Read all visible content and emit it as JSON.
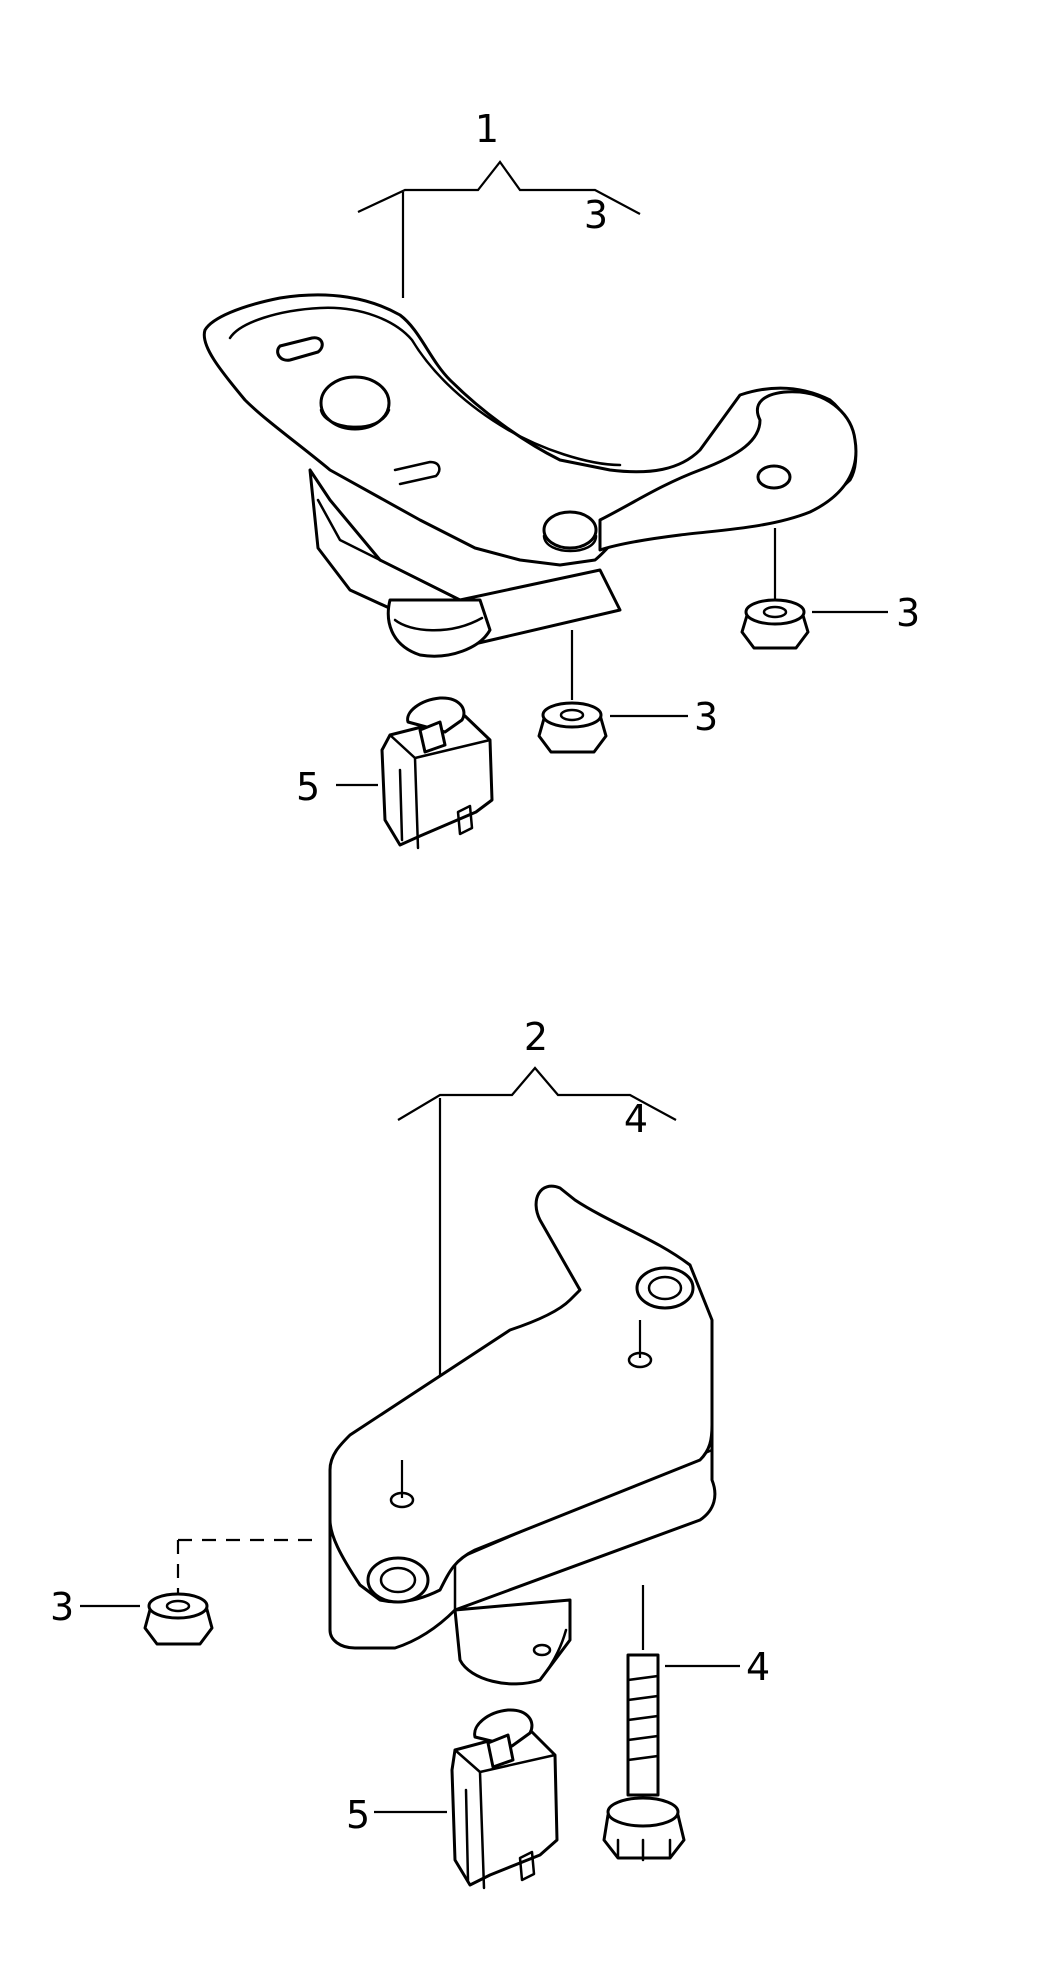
{
  "callouts": {
    "assembly_1": "1",
    "assembly_1_range_end": "3",
    "assembly_2": "2",
    "assembly_2_range_end": "4",
    "nut_top_right": "3",
    "nut_top_center": "3",
    "nut_bottom_left": "3",
    "bolt_bottom": "4",
    "connector_top": "5",
    "connector_bottom": "5"
  },
  "colors": {
    "line": "#000000",
    "background": "#ffffff"
  }
}
